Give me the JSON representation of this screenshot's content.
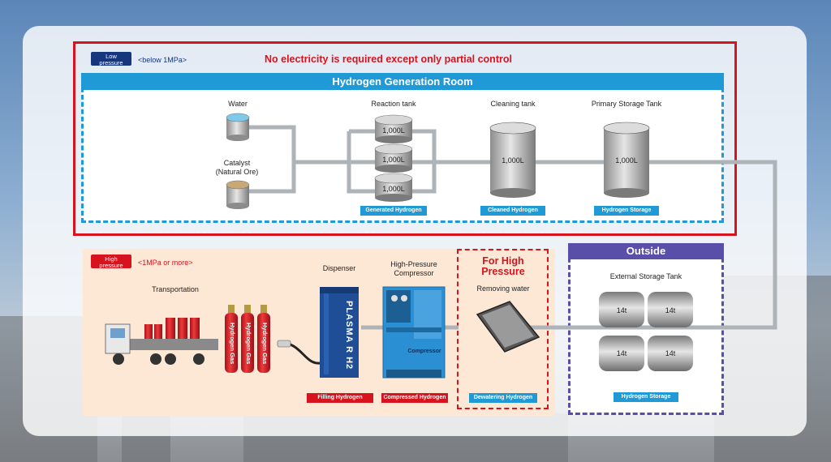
{
  "low": {
    "badge": "Low pressure",
    "range": "<below 1MPa>",
    "headline": "No electricity is required except only partial control",
    "room_title": "Hydrogen Generation Room",
    "water": "Water",
    "catalyst_1": "Catalyst",
    "catalyst_2": "(Natural Ore)",
    "reaction_tank": "Reaction tank",
    "cleaning_tank": "Cleaning tank",
    "primary_tank": "Primary Storage Tank",
    "tank_volume": "1,000L",
    "tag_generated": "Generated Hydrogen",
    "tag_cleaned": "Cleaned Hydrogen",
    "tag_storage": "Hydrogen Storage"
  },
  "high": {
    "badge": "High pressure",
    "range": "<1MPa or more>",
    "transportation": "Transportation",
    "cylinder_label": "Hydrogen Gas",
    "dispenser": "Dispenser",
    "dispenser_brand": "PLASMA R H2",
    "compressor_1": "High-Pressure",
    "compressor_2": "Compressor",
    "compressor_label": "Compressor",
    "for_high_1": "For High",
    "for_high_2": "Pressure",
    "removing_water": "Removing water",
    "tag_filling": "Filling Hydrogen",
    "tag_compressed": "Compressed Hydrogen",
    "tag_dewatering": "Dewatering Hydrogen"
  },
  "outside": {
    "title": "Outside",
    "external_tank": "External Storage Tank",
    "tank_capacity": "14t",
    "tag_storage": "Hydrogen Storage"
  },
  "colors": {
    "red": "#d7141e",
    "blue": "#1f9ad6",
    "navy": "#16367e",
    "purple": "#5a4fa8",
    "peach": "#fde8d6"
  }
}
